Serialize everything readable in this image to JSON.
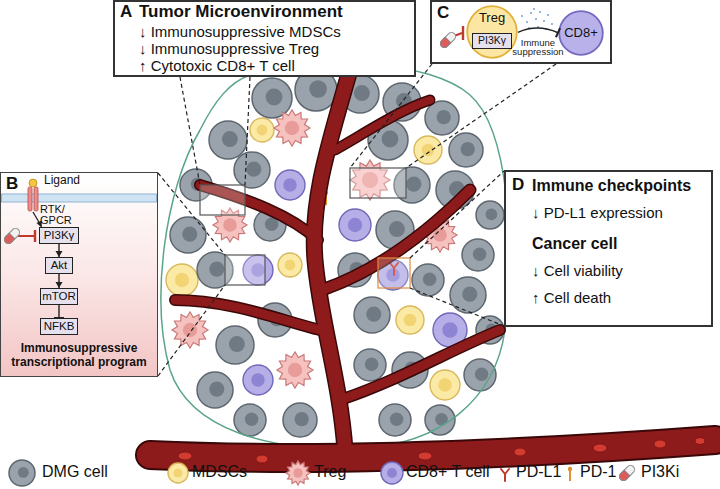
{
  "diagram": {
    "nodes": [
      {
        "text": [
          "A",
          "Tumor Microenvironment",
          "↓ Immunosuppressive MDSCs",
          "↓ Immunosuppressive Treg",
          "↑ Cytotoxic CD8+ T cell"
        ]
      },
      {
        "text": [
          "B",
          "Immunosuppressive transcriptional program"
        ]
      },
      {
        "text": [
          "PI3Kγ"
        ],
        "in": 1
      },
      {
        "text": [
          "Akt"
        ],
        "in": 1
      },
      {
        "text": [
          "mTOR"
        ],
        "in": 1
      },
      {
        "text": [
          "NFKB"
        ],
        "in": 1
      },
      {
        "text": [
          "C"
        ]
      },
      {
        "text": [
          "Treg"
        ],
        "in": 6
      },
      {
        "text": [
          "PI3Kγ"
        ],
        "in": 7
      },
      {
        "text": [
          "CD8+"
        ],
        "in": 6
      },
      {
        "text": [
          "D",
          "Immune checkpoints",
          "↓ PD-L1 expression",
          "Cancer cell",
          "↓ Cell viability",
          "↑ Cell death"
        ]
      }
    ],
    "edges": [
      {
        "from": 2,
        "to": 3,
        "arrow": "to"
      },
      {
        "from": 3,
        "to": 4,
        "arrow": "to"
      },
      {
        "from": 4,
        "to": 5,
        "arrow": "to"
      },
      {
        "from": 7,
        "to": 9,
        "label": "Immune suppression",
        "arrow": "to"
      }
    ],
    "labels": [
      "Ligand",
      "RTK/ GPCR"
    ],
    "legend": [
      {
        "text": "DMG cell"
      },
      {
        "text": "MDSCs"
      },
      {
        "text": "Treg"
      },
      {
        "text": "CD8+ T cell"
      },
      {
        "text": "PD-L1"
      },
      {
        "text": "PD-1"
      },
      {
        "text": "PI3Ki"
      }
    ]
  }
}
